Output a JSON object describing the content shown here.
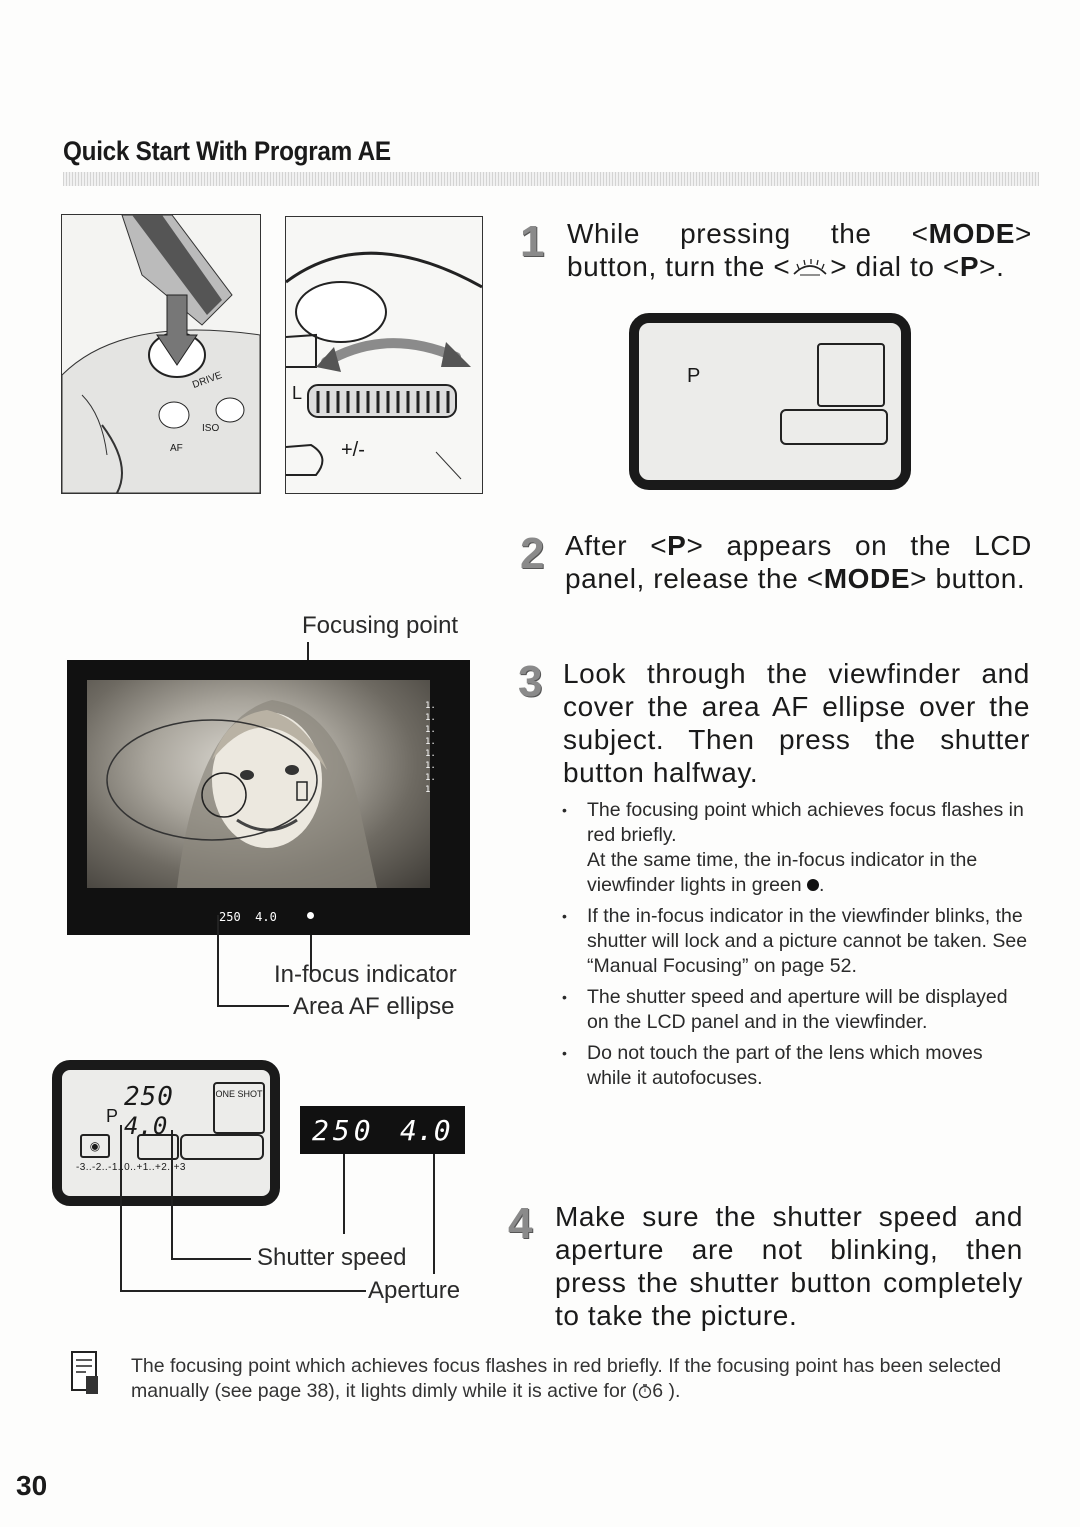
{
  "page": {
    "title": "Quick Start With Program AE",
    "page_number": "30"
  },
  "steps": [
    {
      "number": "1",
      "parts": {
        "a": "While pressing the <",
        "mode": "MODE",
        "b": "> button, turn the <",
        "dial_icon": "main-dial-icon",
        "c": "> dial to <",
        "p": "P",
        "d": ">."
      }
    },
    {
      "number": "2",
      "parts": {
        "a": "After <",
        "p": "P",
        "b": "> appears on the LCD panel, release the <",
        "mode": "MODE",
        "c": "> button."
      }
    },
    {
      "number": "3",
      "text": "Look through the viewfinder and cover the area AF ellipse over the subject. Then press the shutter button halfway."
    },
    {
      "number": "4",
      "text": "Make sure the shutter speed and aperture are not blinking, then press the shutter button completely to take the picture."
    }
  ],
  "step3_bullets": [
    {
      "text": "The focusing point which achieves focus flashes in red briefly.",
      "text2a": "At the same time, the in-focus indicator in the viewfinder lights in green",
      "text2b": "."
    },
    {
      "text": "If the in-focus indicator in the viewfinder blinks, the shutter will lock and a picture cannot be taken. See “Manual Focusing” on page 52."
    },
    {
      "text": "The shutter speed and aperture will be displayed on the LCD panel and in the viewfinder."
    },
    {
      "text": "Do not touch the part of the lens which moves while it autofocuses."
    }
  ],
  "lcd_mode": {
    "mode": "P"
  },
  "viewfinder": {
    "focusing_point_label": "Focusing point",
    "in_focus_label": "In-focus indicator",
    "ellipse_label": "Area AF ellipse",
    "readout": "250  4.0",
    "scale": "1.1.1.1.1.1.1.1"
  },
  "lcd_panel": {
    "mode": "P",
    "shutter": "250",
    "aperture": "4.0",
    "af_mode": "ONE SHOT",
    "scale": "-3..-2..-1..0..+1..+2..+3",
    "shutter_speed_label": "Shutter speed",
    "aperture_label": "Aperture"
  },
  "viewfinder_display": {
    "shutter": "250",
    "aperture": "4.0"
  },
  "dial_illustration": {
    "text_l": "L",
    "text_pm": "+/-"
  },
  "mode_illustration": {
    "text_drive": "DRIVE",
    "text_af": "AF",
    "text_iso": "ISO"
  },
  "note": {
    "icon": "note-icon",
    "text": "The focusing point which achieves focus flashes in red briefly. If the focusing point has been selected manually (see page 38), it lights dimly while it is active for (",
    "ref_icon": "timer-icon",
    "ref_text": "6 )."
  }
}
